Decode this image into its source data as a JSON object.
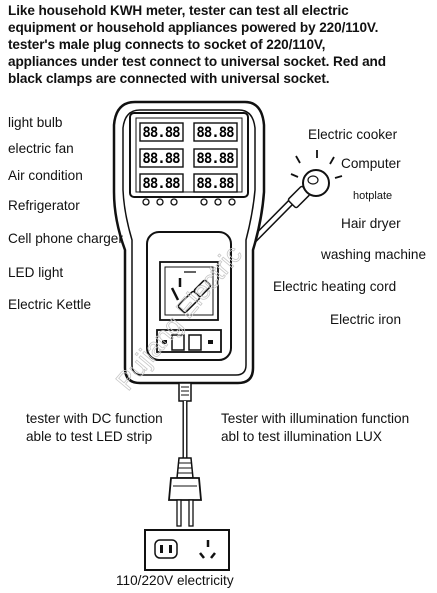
{
  "intro": {
    "lines": [
      "Like household KWH meter, tester can test all electric",
      "equipment or household appliances powered by 220/110V.",
      "tester's male plug connects to socket of 220/110V,",
      "appliances under test connect to universal socket. Red and",
      "black clamps are connected with universal socket."
    ]
  },
  "left_labels": [
    "light bulb",
    "electric fan",
    "Air condition",
    "Refrigerator",
    "Cell phone charger",
    "LED light",
    "Electric Kettle"
  ],
  "right_labels": [
    "Electric cooker",
    "Computer",
    "hotplate",
    "Hair dryer",
    "washing machine",
    "Electric heating cord",
    "Electric iron"
  ],
  "notes": {
    "dc_line1": "tester with DC function",
    "dc_line2": "able to test LED strip",
    "lux_line1": "Tester with illumination function",
    "lux_line2": "abl to test illumination LUX"
  },
  "footer": {
    "electricity": "110/220V electricity"
  },
  "watermark": "Pujiang Electric",
  "display": {
    "digits": "88.88"
  }
}
